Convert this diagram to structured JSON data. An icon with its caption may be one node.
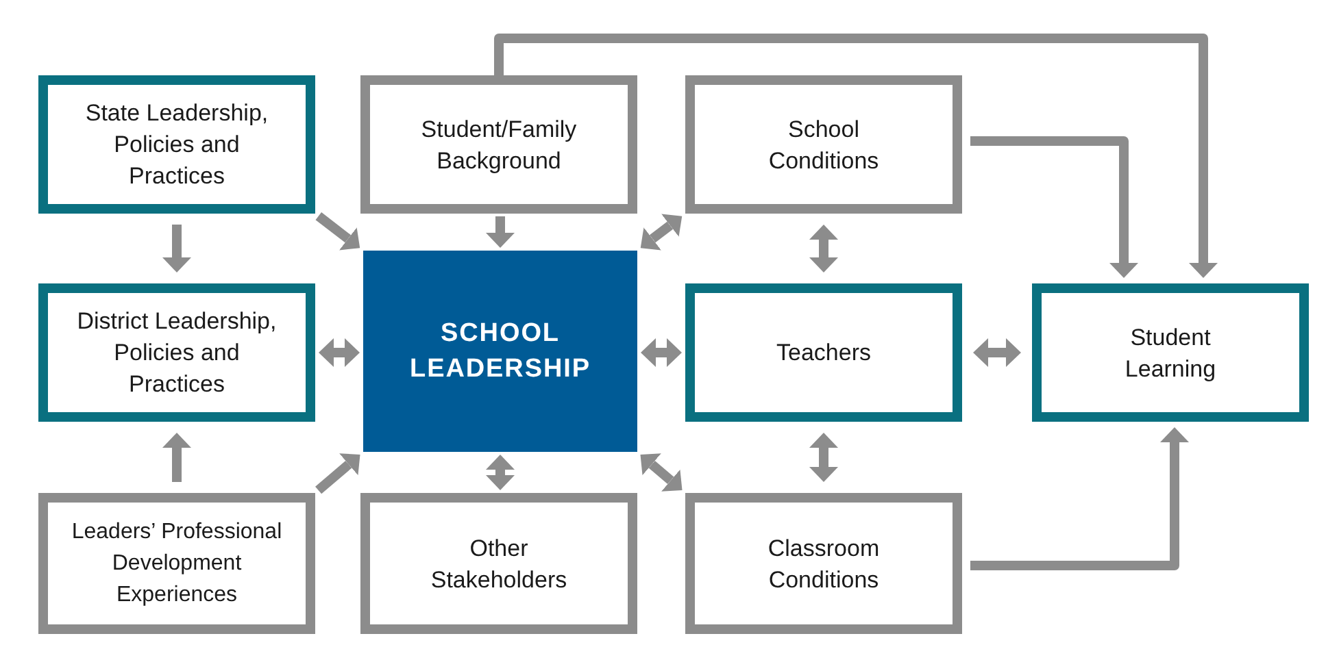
{
  "diagram": {
    "nodes": [
      {
        "text": [
          "State Leadership, Policies and Practices"
        ]
      },
      {
        "text": [
          "Student/Family Background"
        ]
      },
      {
        "text": [
          "School Conditions"
        ]
      },
      {
        "text": [
          "District Leadership, Policies and Practices"
        ]
      },
      {
        "text": [
          "SCHOOL LEADERSHIP"
        ]
      },
      {
        "text": [
          "Teachers"
        ]
      },
      {
        "text": [
          "Student Learning"
        ]
      },
      {
        "text": [
          "Leaders’ Professional Development Experiences"
        ]
      },
      {
        "text": [
          "Other Stakeholders"
        ]
      },
      {
        "text": [
          "Classroom Conditions"
        ]
      }
    ],
    "edges": [
      {
        "from": 0,
        "to": 3,
        "arrow": "to"
      },
      {
        "from": 0,
        "to": 4,
        "arrow": "to"
      },
      {
        "from": 1,
        "to": 4,
        "arrow": "to"
      },
      {
        "from": 2,
        "to": 4,
        "arrow": "both"
      },
      {
        "from": 1,
        "to": 6,
        "arrow": "to"
      },
      {
        "from": 2,
        "to": 6,
        "arrow": "to"
      },
      {
        "from": 3,
        "to": 4,
        "arrow": "both"
      },
      {
        "from": 4,
        "to": 5,
        "arrow": "both"
      },
      {
        "from": 2,
        "to": 5,
        "arrow": "both"
      },
      {
        "from": 5,
        "to": 6,
        "arrow": "both"
      },
      {
        "from": 7,
        "to": 3,
        "arrow": "to"
      },
      {
        "from": 7,
        "to": 4,
        "arrow": "to"
      },
      {
        "from": 4,
        "to": 8,
        "arrow": "both"
      },
      {
        "from": 4,
        "to": 9,
        "arrow": "both"
      },
      {
        "from": 5,
        "to": 9,
        "arrow": "both"
      },
      {
        "from": 9,
        "to": 6,
        "arrow": "to"
      }
    ]
  }
}
